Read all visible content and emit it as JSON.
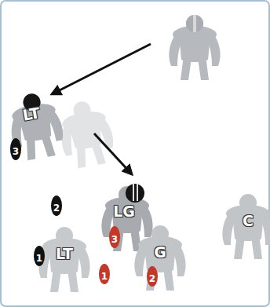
{
  "diagram": {
    "nodes": [
      {
        "text": [
          "LT"
        ]
      },
      {
        "text": [
          "LG"
        ]
      },
      {
        "text": [
          "C"
        ]
      },
      {
        "text": [
          "LT"
        ]
      },
      {
        "text": [
          "G"
        ]
      }
    ],
    "labels": [
      "3",
      "2",
      "3",
      "1",
      "1",
      "2"
    ]
  }
}
